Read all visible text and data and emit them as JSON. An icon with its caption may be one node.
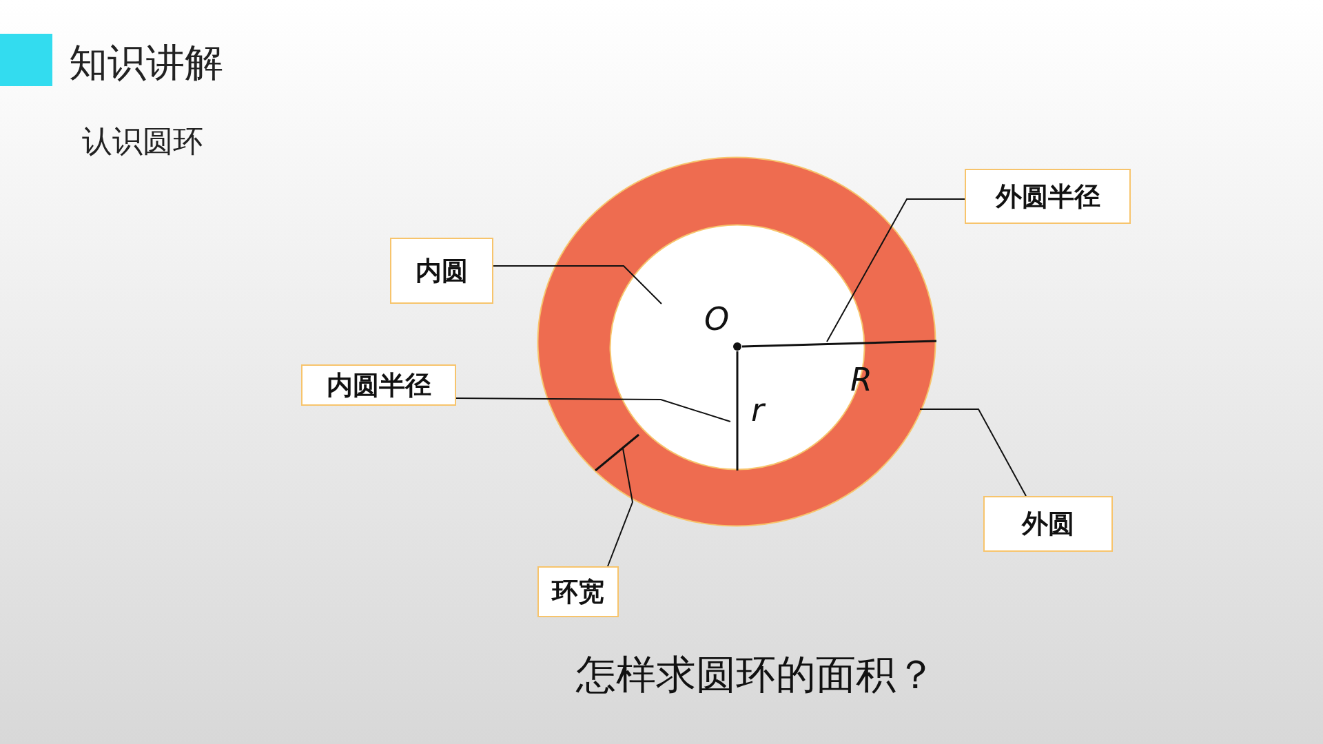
{
  "diagram": {
    "title": "知识讲解",
    "nodes": [
      {
        "text": [],
        "shape": "circle"
      },
      {
        "text": [],
        "shape": "circle",
        "in": 0
      },
      {
        "text": [],
        "shape": "line",
        "in": 0,
        "beside": [
          "R"
        ]
      },
      {
        "text": [],
        "shape": "line",
        "in": 1,
        "beside": [
          "r"
        ]
      },
      {
        "text": [],
        "shape": "line",
        "in": 0
      },
      {
        "text": [
          "内圆"
        ]
      },
      {
        "text": [
          "外圆半径"
        ]
      },
      {
        "text": [
          "内圆半径"
        ]
      },
      {
        "text": [
          "外圆"
        ]
      },
      {
        "text": [
          "环宽"
        ]
      }
    ],
    "edges": [
      {
        "from": 5,
        "to": 1,
        "arrow": "none"
      },
      {
        "from": 6,
        "to": 2,
        "arrow": "none"
      },
      {
        "from": 7,
        "to": 3,
        "arrow": "none"
      },
      {
        "from": 8,
        "to": 0,
        "arrow": "none"
      },
      {
        "from": 9,
        "to": 4,
        "arrow": "none"
      }
    ],
    "labels": [
      "认识圆环",
      "O",
      "怎样求圆环的面积？"
    ]
  }
}
